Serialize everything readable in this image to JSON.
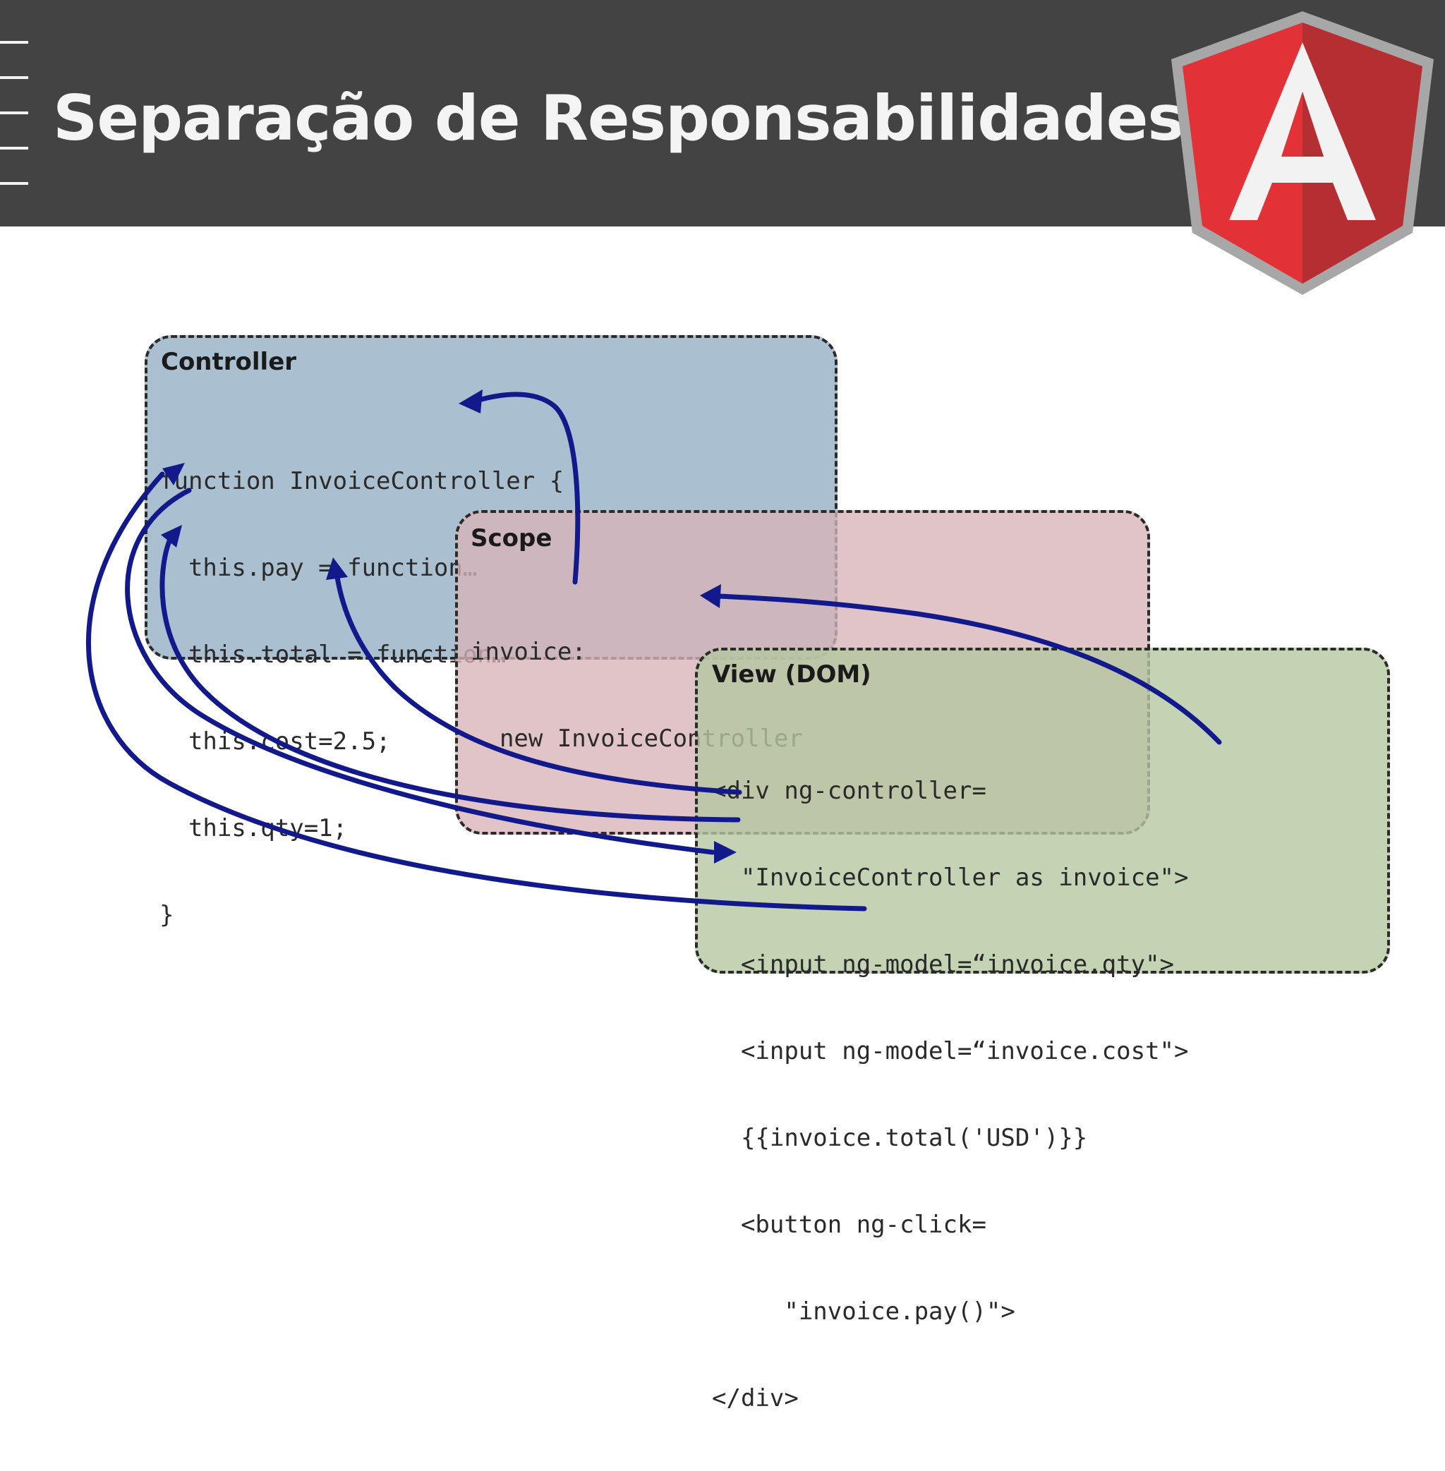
{
  "slide": {
    "title": "Separação de Responsabilidades",
    "logo_icon": "angular-shield-logo-icon"
  },
  "controller": {
    "title": "Controller",
    "code": [
      "function InvoiceController {",
      "  this.pay = function…",
      "  this.total = function…",
      "  this.cost=2.5;",
      "  this.qty=1;",
      "}"
    ]
  },
  "scope": {
    "title": "Scope",
    "code": [
      "invoice:",
      "  new InvoiceController"
    ]
  },
  "view": {
    "title": "View (DOM)",
    "code": [
      "<div ng-controller=",
      "  \"InvoiceController as invoice\">",
      "  <input ng-model=“invoice.qty\">",
      "  <input ng-model=“invoice.cost\">",
      "  {{invoice.total('USD')}}",
      "  <button ng-click=",
      "     \"invoice.pay()\">",
      "</div>"
    ]
  },
  "colors": {
    "header": "#434343",
    "controller_panel": "#aabfcf",
    "scope_panel": "#d7b4b9",
    "view_panel": "#b4c8a0",
    "arrow": "#12198a",
    "logo_red_light": "#e23237",
    "logo_red_dark": "#b52e31",
    "logo_border": "#a7a7a7"
  }
}
